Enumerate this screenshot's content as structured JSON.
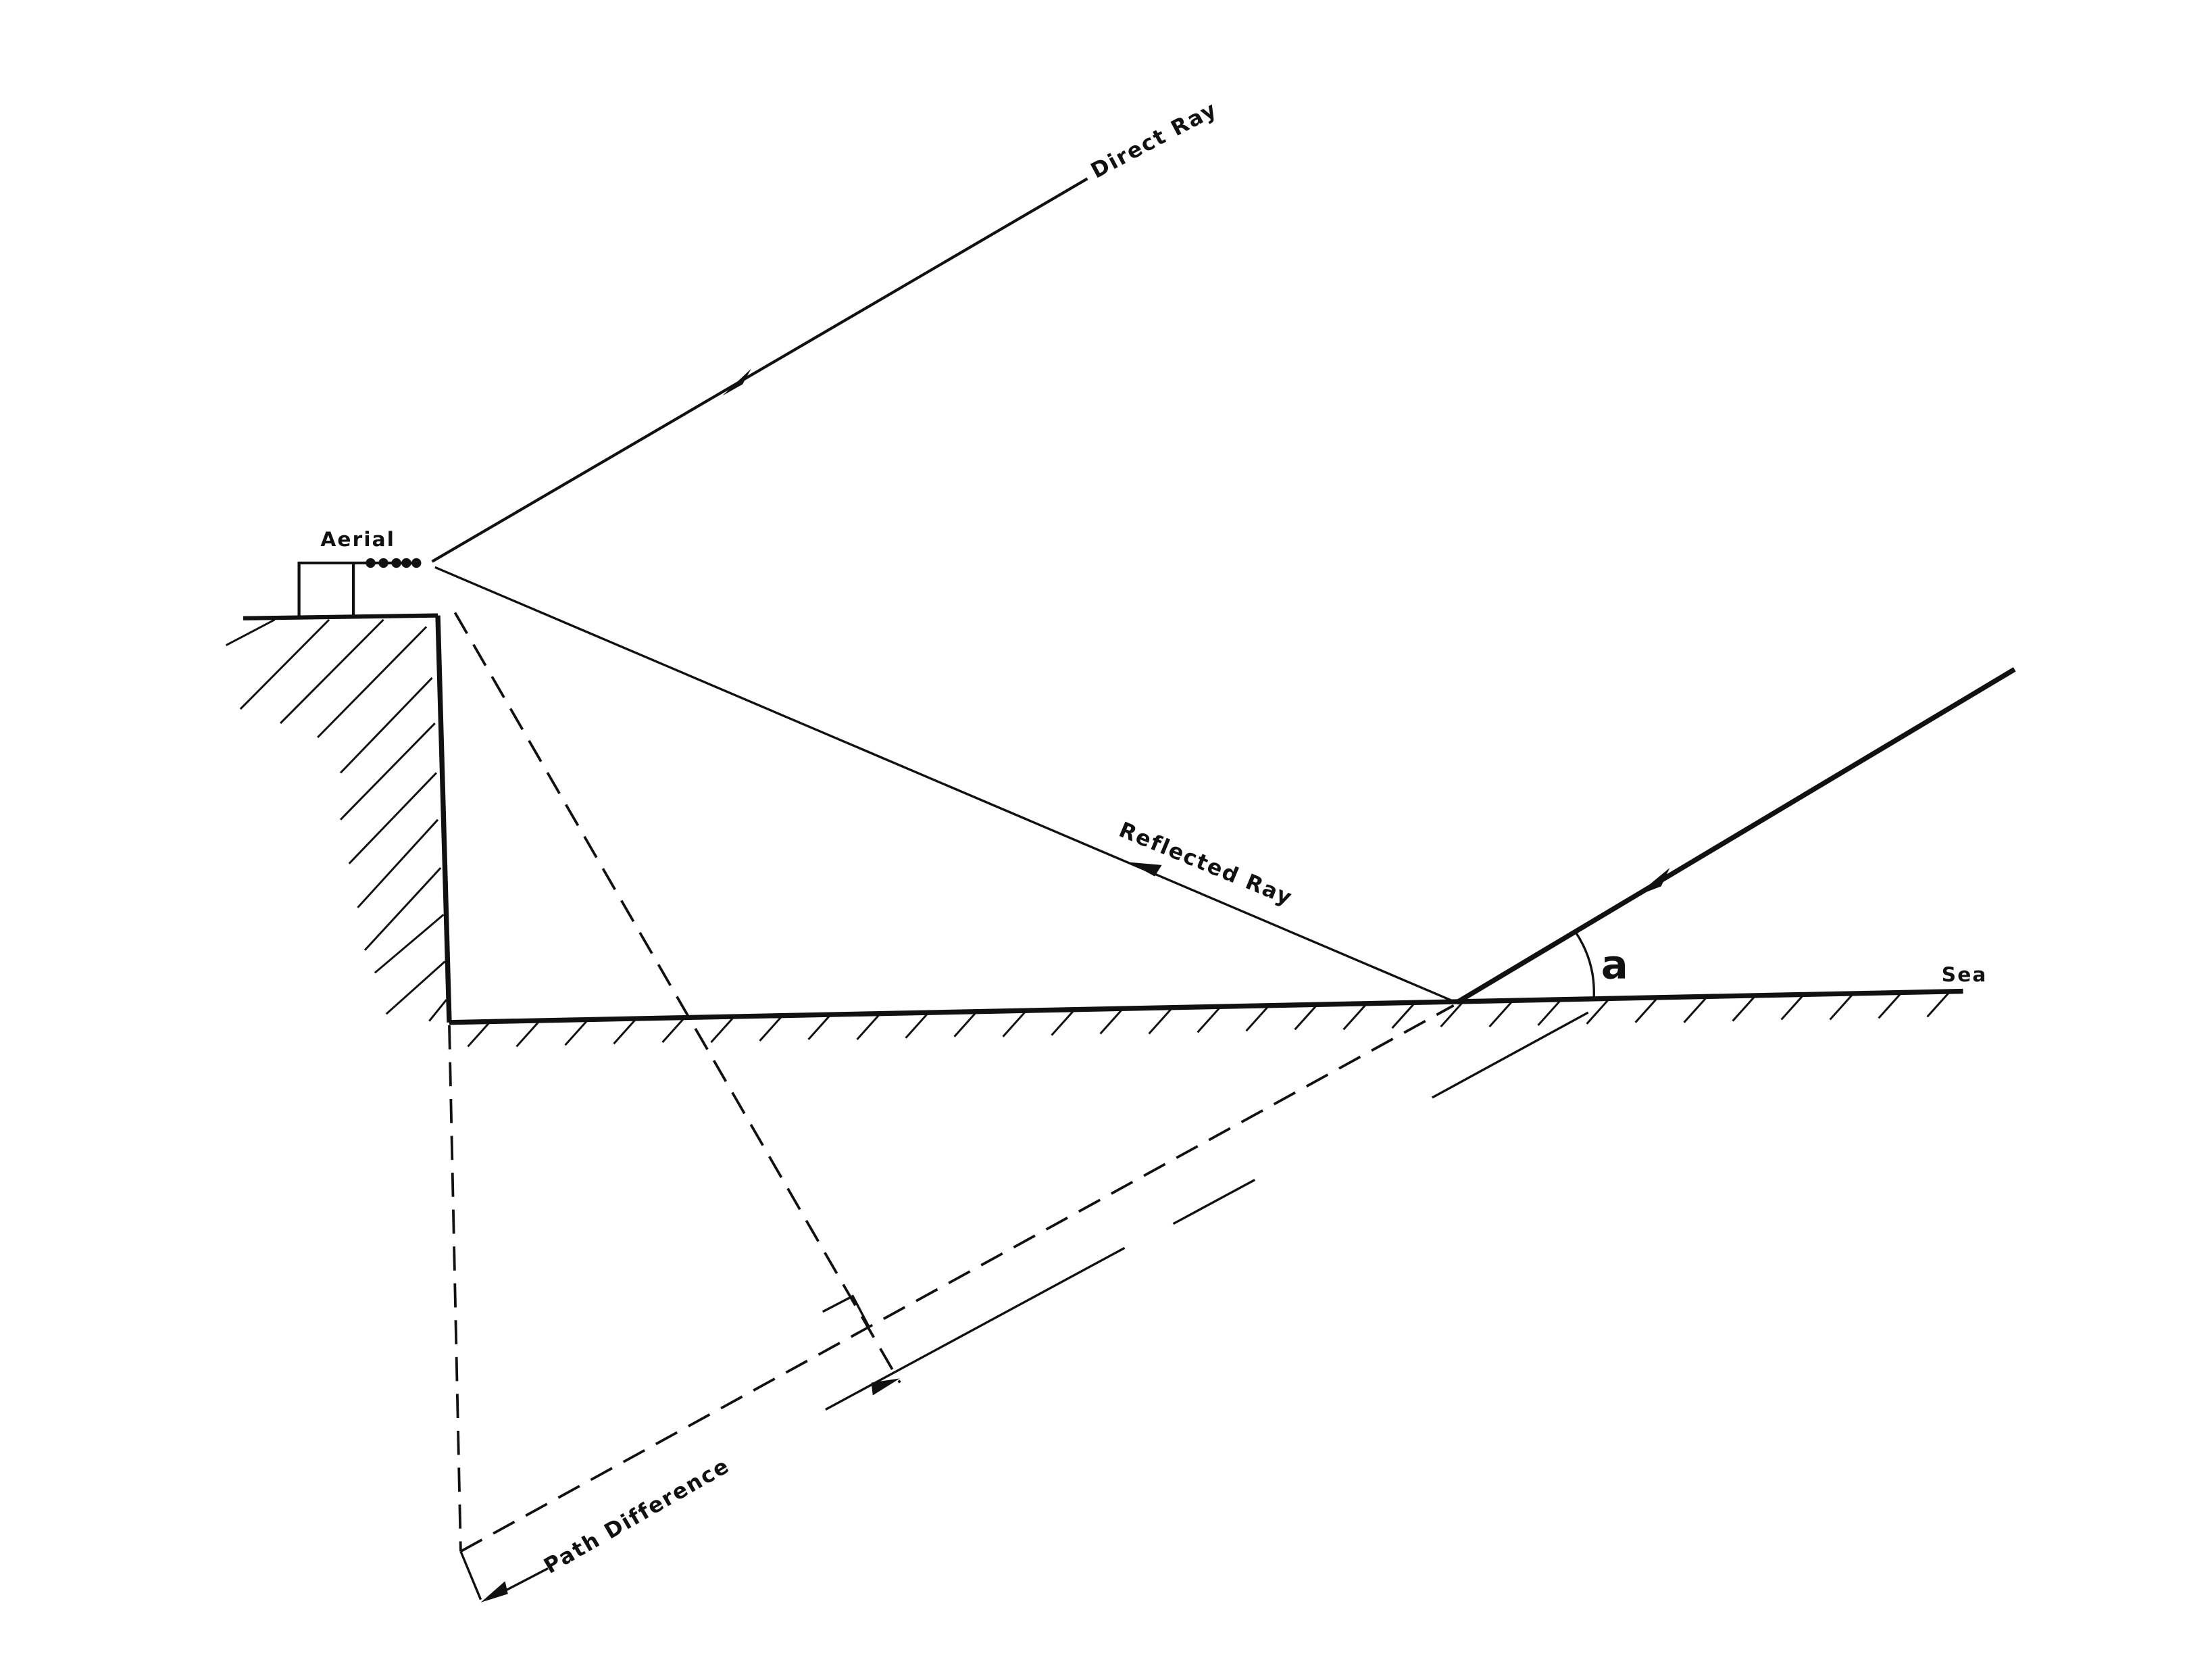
{
  "labels": {
    "direct_ray": "Direct Ray",
    "aerial": "Aerial",
    "reflected_ray": "Reflected Ray",
    "angle": "a",
    "sea": "Sea",
    "path_difference": "Path Difference"
  },
  "colors": {
    "ink": "#111111",
    "background": "#ffffff"
  }
}
